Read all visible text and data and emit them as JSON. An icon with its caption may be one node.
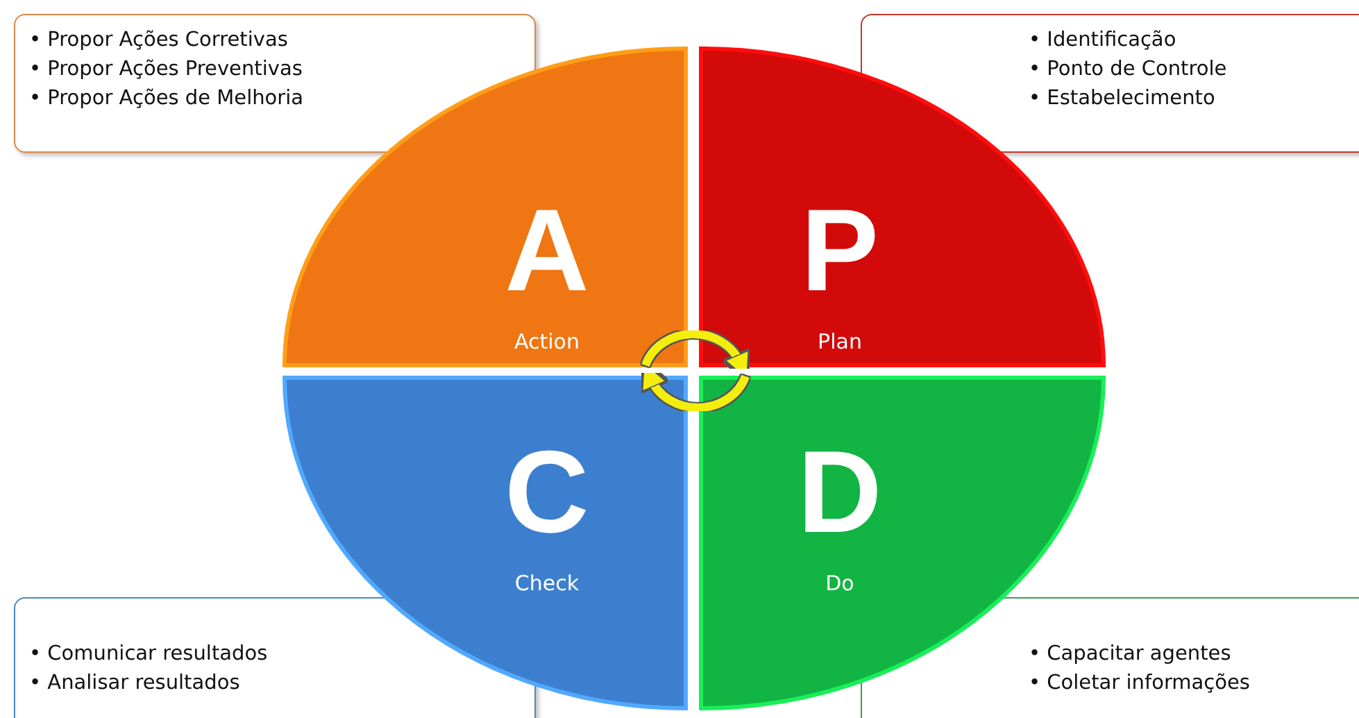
{
  "diagram": {
    "nodes": [
      {
        "text": [
          "• Propor Ações Corretivas",
          "• Propor Ações Preventivas",
          "• Propor Ações de Melhoria"
        ]
      },
      {
        "text": [
          "• Identificação",
          "• Ponto de Controle",
          "• Estabelecimento"
        ]
      },
      {
        "text": [
          "A",
          "Action"
        ]
      },
      {
        "text": [
          "P",
          "Plan"
        ]
      },
      {
        "text": [
          "C",
          "Check"
        ]
      },
      {
        "text": [
          "D",
          "Do"
        ]
      },
      {
        "text": [
          "• Comunicar resultados",
          "• Analisar resultados"
        ]
      },
      {
        "text": [
          "• Capacitar agentes",
          "• Coletar informações"
        ]
      }
    ],
    "edges": [
      {
        "from": 2,
        "to": 3,
        "arrow": "to"
      },
      {
        "from": 5,
        "to": 4,
        "arrow": "to"
      }
    ]
  }
}
